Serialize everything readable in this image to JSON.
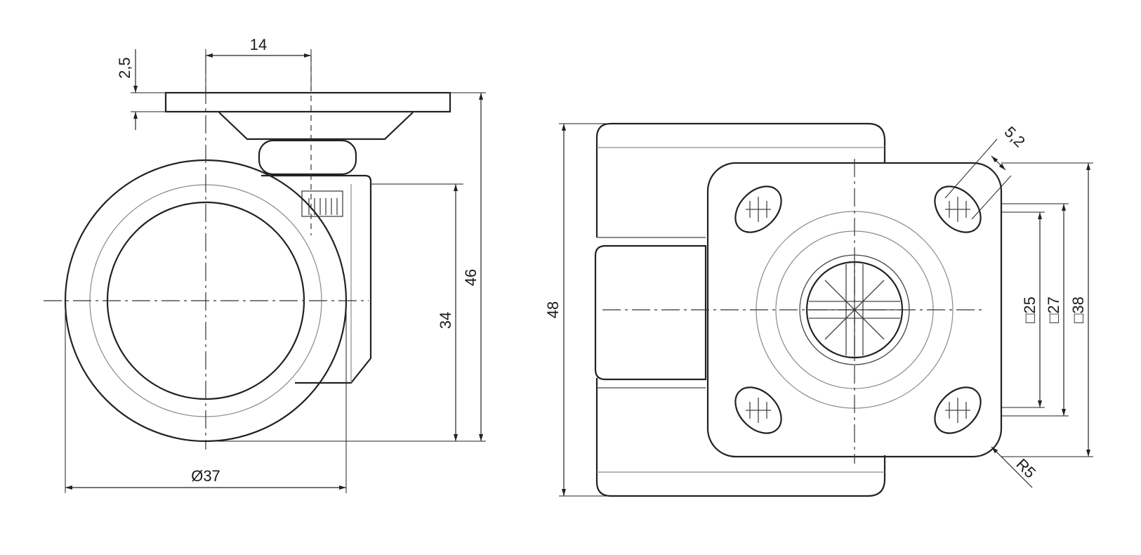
{
  "side_view": {
    "plate_thickness": "2,5",
    "mount_offset": "14",
    "axle_height": "34",
    "total_height": "46",
    "wheel_diameter": "Ø37"
  },
  "top_view": {
    "plate_width": "48",
    "hole_size": "5,2",
    "corner_radius": "R5",
    "square_25": "□25",
    "square_27": "□27",
    "square_38": "□38"
  }
}
